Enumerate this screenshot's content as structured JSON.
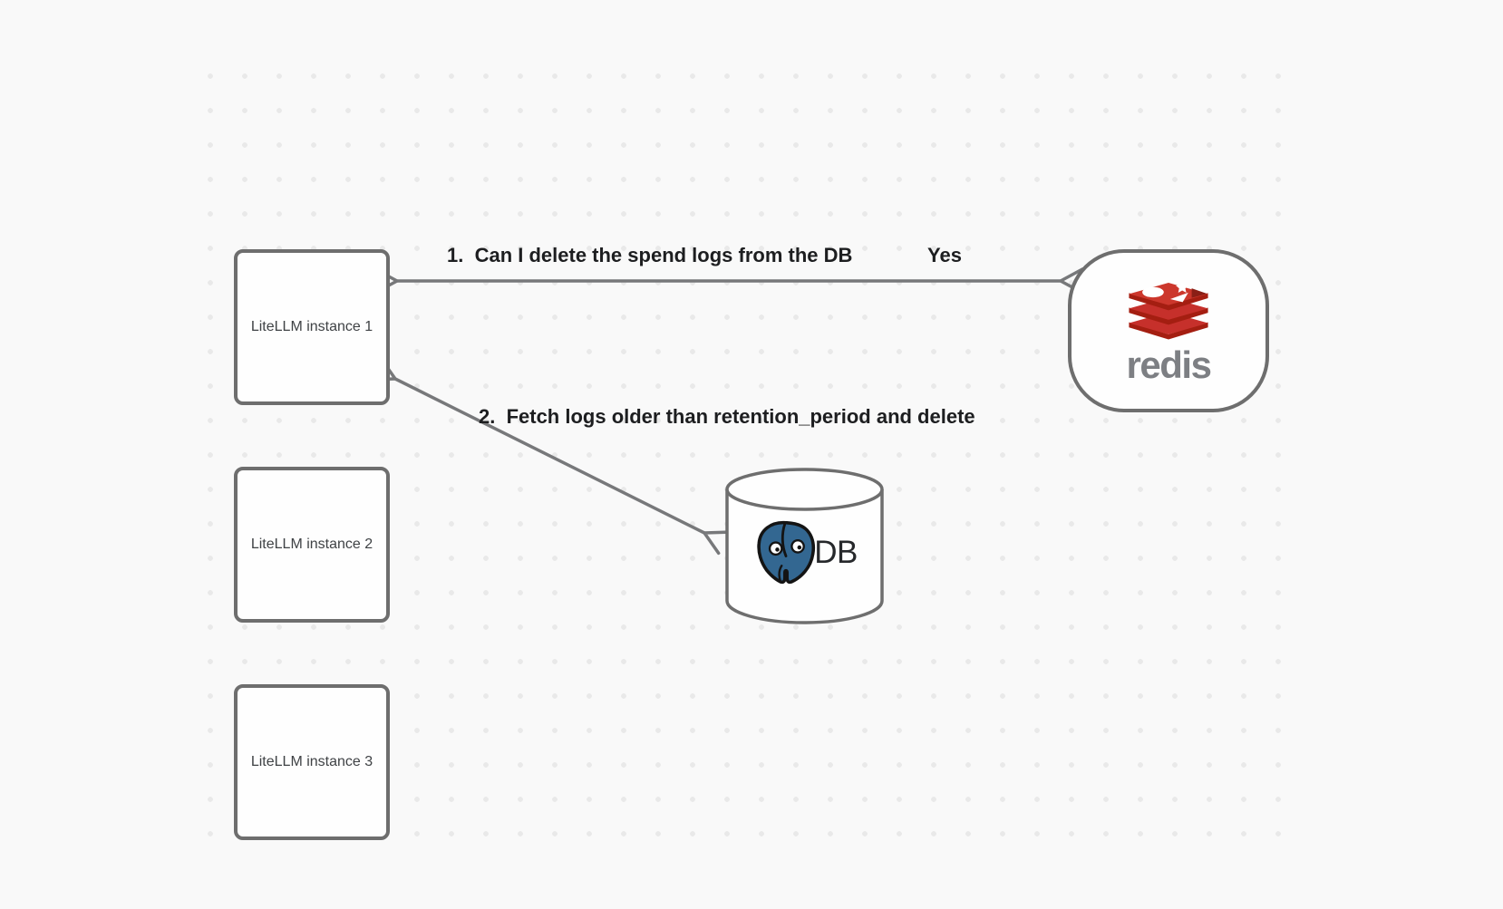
{
  "canvas": {
    "background_color": "#f9f9f9",
    "dot_color": "#e9e9e9",
    "stroke_color": "#6e6e6e",
    "arrow_color": "#77787a"
  },
  "nodes": {
    "instances": [
      {
        "label": "LiteLLM instance 1"
      },
      {
        "label": "LiteLLM instance 2"
      },
      {
        "label": "LiteLLM instance 3"
      }
    ],
    "redis": {
      "label": "redis",
      "logo_red": "#C6302B",
      "logo_dark_red": "#A41E11",
      "wordmark_color": "#7d7f83"
    },
    "db": {
      "label": "DB",
      "postgres_blue": "#336791"
    }
  },
  "edges": {
    "edge1": {
      "label": "1.  Can I delete the spend logs from the DB",
      "response": "Yes",
      "from": "redis",
      "to": "LiteLLM instance 1",
      "style": "double-headed"
    },
    "edge2": {
      "label": "2.  Fetch logs older than retention_period and delete",
      "from": "LiteLLM instance 1",
      "to": "DB",
      "style": "double-headed"
    }
  }
}
